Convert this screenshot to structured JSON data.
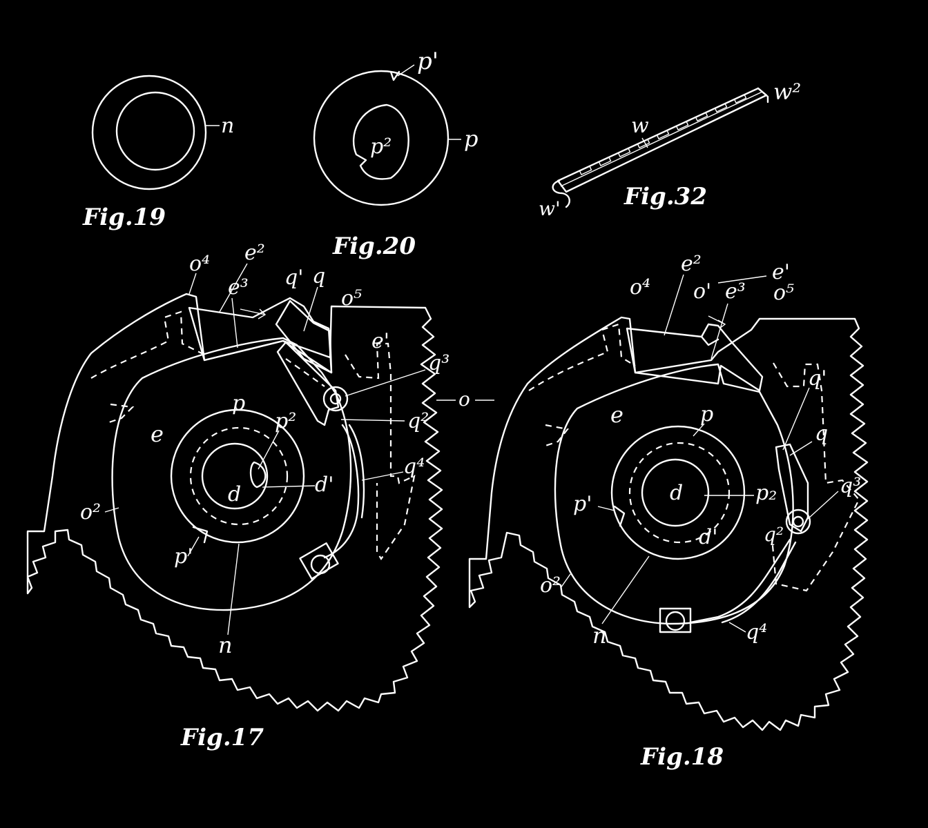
{
  "figures": {
    "fig19": {
      "caption": "Fig.19",
      "labels": {
        "n": "n"
      }
    },
    "fig20": {
      "caption": "Fig.20",
      "labels": {
        "p1": "p'",
        "p2": "p²",
        "p": "p"
      }
    },
    "fig32": {
      "caption": "Fig.32",
      "labels": {
        "w": "w",
        "w1": "w'",
        "w2": "w²"
      }
    },
    "fig17": {
      "caption": "Fig.17",
      "labels": {
        "o4": "o⁴",
        "e2": "e²",
        "e3": "e³",
        "q1": "q'",
        "q": "q",
        "o5": "o⁵",
        "e1": "e'",
        "q3": "q³",
        "q2": "q²",
        "q4": "q⁴",
        "p": "p",
        "p2": "p²",
        "e": "e",
        "d": "d",
        "d1": "d'",
        "o2": "o²",
        "p1": "p'",
        "n": "n"
      }
    },
    "shared": {
      "o": "o"
    },
    "fig18": {
      "caption": "Fig.18",
      "labels": {
        "e2": "e²",
        "e1": "e'",
        "o4": "o⁴",
        "o1": "o'",
        "e3": "e³",
        "o5": "o⁵",
        "q1": "q'",
        "q": "q",
        "q3": "q³",
        "e": "e",
        "p": "p",
        "p1": "p'",
        "d": "d",
        "p2": "p₂",
        "d1": "d'",
        "q2": "q²",
        "o2": "o²",
        "n": "n",
        "q4": "q⁴"
      }
    }
  }
}
